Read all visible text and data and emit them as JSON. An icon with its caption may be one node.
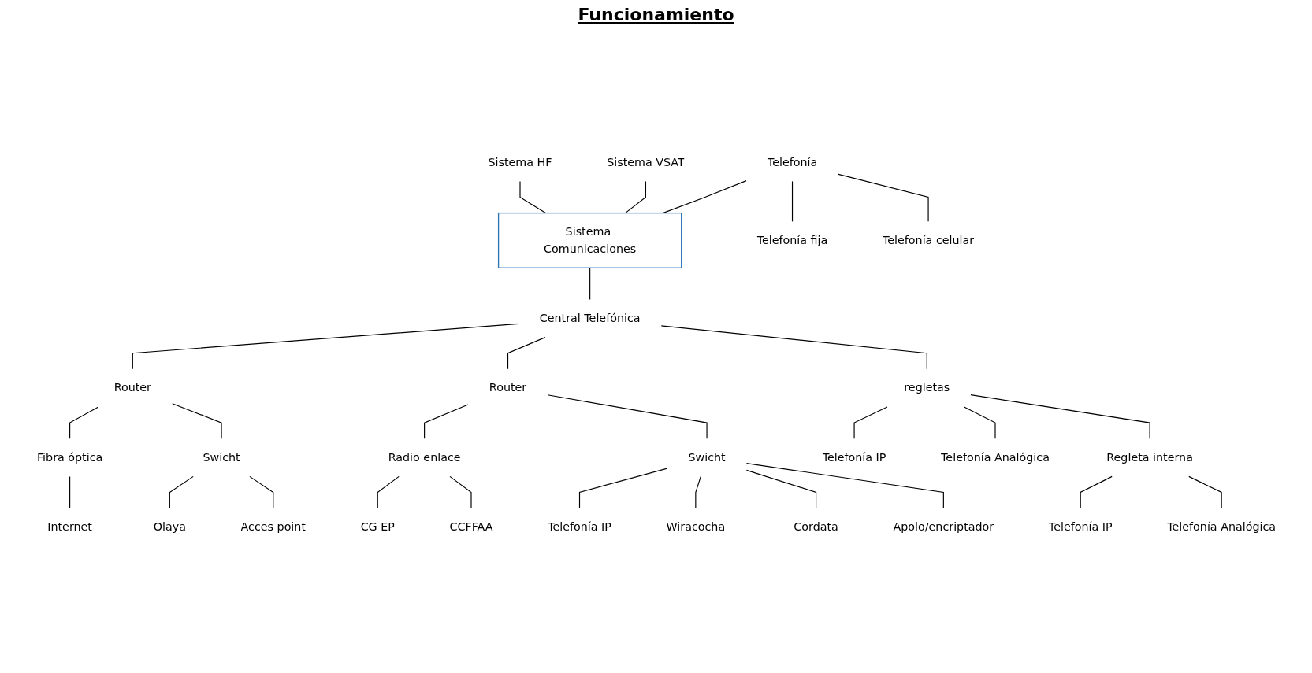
{
  "diagram": {
    "title": "Funcionamiento",
    "nodes": [
      {
        "text": [
          "Sistema Comunicaciones"
        ]
      },
      {
        "text": [
          "Sistema HF"
        ]
      },
      {
        "text": [
          "Telefonía"
        ]
      },
      {
        "text": [
          "Telefonía fija"
        ]
      },
      {
        "text": [
          "Telefonía celular"
        ]
      },
      {
        "text": [
          "Sistema VSAT"
        ]
      },
      {
        "text": [
          "Central Telefónica"
        ]
      },
      {
        "text": [
          "Router"
        ]
      },
      {
        "text": [
          "Fibra óptica"
        ]
      },
      {
        "text": [
          "Internet"
        ]
      },
      {
        "text": [
          "Swicht"
        ]
      },
      {
        "text": [
          "Olaya"
        ]
      },
      {
        "text": [
          "Acces point"
        ]
      },
      {
        "text": [
          "Router"
        ]
      },
      {
        "text": [
          "Radio enlace"
        ]
      },
      {
        "text": [
          "CG EP"
        ]
      },
      {
        "text": [
          "CCFFAA"
        ]
      },
      {
        "text": [
          "Swicht"
        ]
      },
      {
        "text": [
          "Telefonía IP"
        ]
      },
      {
        "text": [
          "Wiracocha"
        ]
      },
      {
        "text": [
          "Cordata"
        ]
      },
      {
        "text": [
          "Apolo/encriptador"
        ]
      },
      {
        "text": [
          "regletas"
        ]
      },
      {
        "text": [
          "Telefonía IP"
        ]
      },
      {
        "text": [
          "Telefonía Analógica"
        ]
      },
      {
        "text": [
          "Regleta interna"
        ]
      },
      {
        "text": [
          "Telefonía IP"
        ]
      },
      {
        "text": [
          "Telefonía Analógica"
        ]
      }
    ],
    "edges": [
      {
        "from": 1,
        "to": 0,
        "arrow": "none"
      },
      {
        "from": 2,
        "to": 0,
        "arrow": "none"
      },
      {
        "from": 5,
        "to": 0,
        "arrow": "none"
      },
      {
        "from": 2,
        "to": 3,
        "arrow": "none"
      },
      {
        "from": 2,
        "to": 4,
        "arrow": "none"
      },
      {
        "from": 0,
        "to": 6,
        "arrow": "none"
      },
      {
        "from": 6,
        "to": 7,
        "arrow": "none"
      },
      {
        "from": 7,
        "to": 8,
        "arrow": "none"
      },
      {
        "from": 8,
        "to": 9,
        "arrow": "none"
      },
      {
        "from": 7,
        "to": 10,
        "arrow": "none"
      },
      {
        "from": 10,
        "to": 11,
        "arrow": "none"
      },
      {
        "from": 10,
        "to": 12,
        "arrow": "none"
      },
      {
        "from": 6,
        "to": 13,
        "arrow": "none"
      },
      {
        "from": 13,
        "to": 14,
        "arrow": "none"
      },
      {
        "from": 14,
        "to": 15,
        "arrow": "none"
      },
      {
        "from": 14,
        "to": 16,
        "arrow": "none"
      },
      {
        "from": 13,
        "to": 17,
        "arrow": "none"
      },
      {
        "from": 17,
        "to": 18,
        "arrow": "none"
      },
      {
        "from": 17,
        "to": 19,
        "arrow": "none"
      },
      {
        "from": 17,
        "to": 20,
        "arrow": "none"
      },
      {
        "from": 17,
        "to": 21,
        "arrow": "none"
      },
      {
        "from": 6,
        "to": 22,
        "arrow": "none"
      },
      {
        "from": 22,
        "to": 23,
        "arrow": "none"
      },
      {
        "from": 22,
        "to": 24,
        "arrow": "none"
      },
      {
        "from": 22,
        "to": 25,
        "arrow": "none"
      },
      {
        "from": 25,
        "to": 26,
        "arrow": "none"
      },
      {
        "from": 25,
        "to": 27,
        "arrow": "none"
      }
    ]
  }
}
